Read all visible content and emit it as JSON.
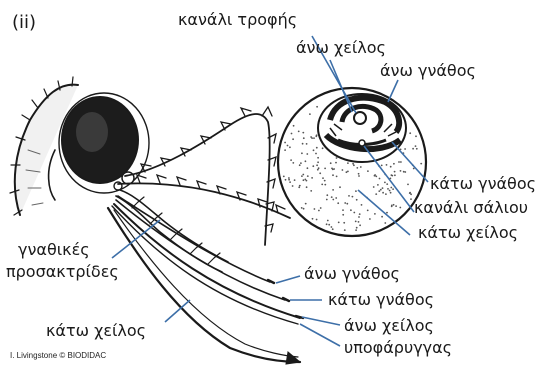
{
  "panel_label": "(ii)",
  "cross_section_labels": {
    "food_canal": "κανάλι τροφής",
    "upper_lip": "άνω χείλος",
    "upper_jaw": "άνω γνάθος",
    "lower_jaw": "κάτω γνάθος",
    "salivary_canal": "κανάλι σάλιου",
    "lower_lip": "κάτω  χείλος"
  },
  "head_labels": {
    "palps_line1": "γναθικές",
    "palps_line2": "προσακτρίδες",
    "lower_lip": "κάτω  χείλος",
    "upper_jaw": "άνω γνάθος",
    "lower_jaw": "κάτω γνάθος",
    "upper_lip": "άνω χείλος",
    "hypopharynx": "υποφάρυγγας"
  },
  "credit": "I. Livingstone © BIODIDAC",
  "colors": {
    "leader": "#3d6fa8",
    "ink": "#1a1a1a"
  }
}
